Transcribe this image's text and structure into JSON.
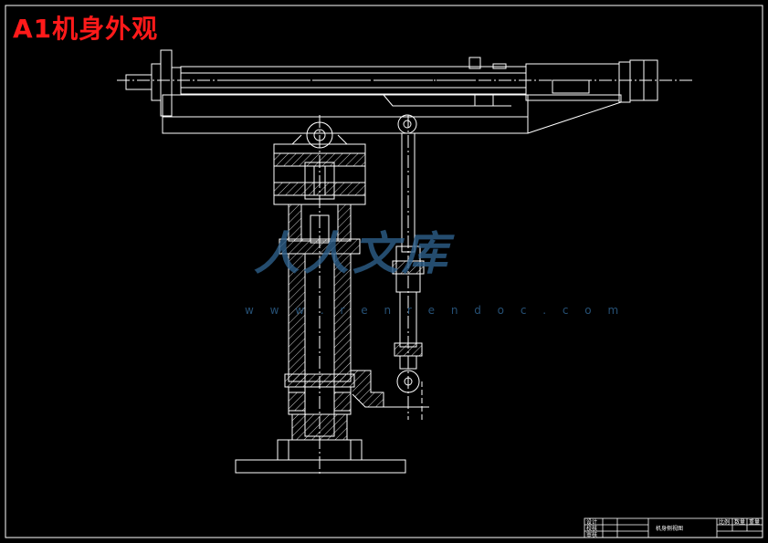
{
  "title": "A1机身外观",
  "watermark": {
    "logo": "人人文库",
    "url": "w w w . r e n r e n d o c . c o m"
  },
  "title_block": {
    "drawing_name": "机身侧视图",
    "cells": [
      "设计",
      "校核",
      "审核",
      "比例",
      "数量",
      "重量"
    ]
  },
  "colors": {
    "background": "#000000",
    "lines": "#ffffff",
    "title": "#ff1a1a",
    "watermark": "#2d5f8a"
  }
}
